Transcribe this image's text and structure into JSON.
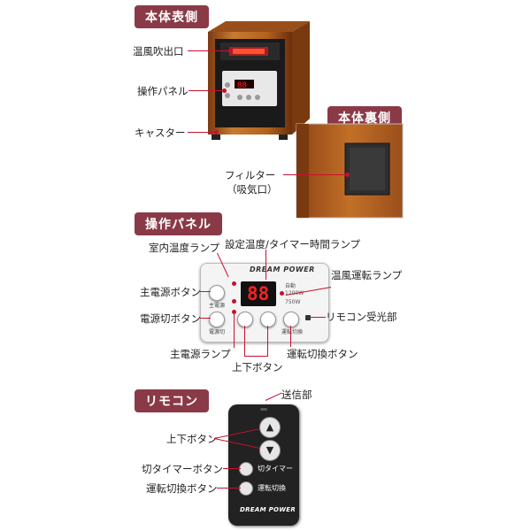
{
  "section_headers": {
    "front": "本体表側",
    "back": "本体裏側",
    "panel": "操作パネル",
    "remote": "リモコン"
  },
  "front_labels": {
    "outlet": "温風吹出口",
    "panel": "操作パネル",
    "caster": "キャスター"
  },
  "back_labels": {
    "filter_line1": "フィルター",
    "filter_line2": "（吸気口）"
  },
  "panel_labels": {
    "room_temp_lamp": "室内温度ランプ",
    "set_temp_lamp": "設定温度/タイマー時間ランプ",
    "heat_lamp": "温風運転ランプ",
    "main_power_button": "主電源ボタン",
    "power_off_button": "電源切ボタン",
    "remote_receiver": "リモコン受光部",
    "main_power_lamp": "主電源ランプ",
    "up_down_button": "上下ボタン",
    "mode_button": "運転切換ボタン"
  },
  "panel_device": {
    "brand": "DREAM POWER",
    "display": "88",
    "btn_main": "主電源",
    "btn_off": "電源切",
    "btn_mode": "運転切換",
    "ind_auto": "自動",
    "ind_1200": "1200W",
    "ind_750": "750W"
  },
  "remote_labels": {
    "transmitter": "送信部",
    "up_down": "上下ボタン",
    "off_timer": "切タイマーボタン",
    "mode": "運転切換ボタン"
  },
  "remote_device": {
    "btn_timer": "切タイマー",
    "btn_mode": "運転切換",
    "brand": "DREAM POWER"
  },
  "colors": {
    "header_bg": "#8a3a47",
    "accent_red": "#c8102e",
    "wood": "#b5651d",
    "remote_body": "#222222"
  }
}
